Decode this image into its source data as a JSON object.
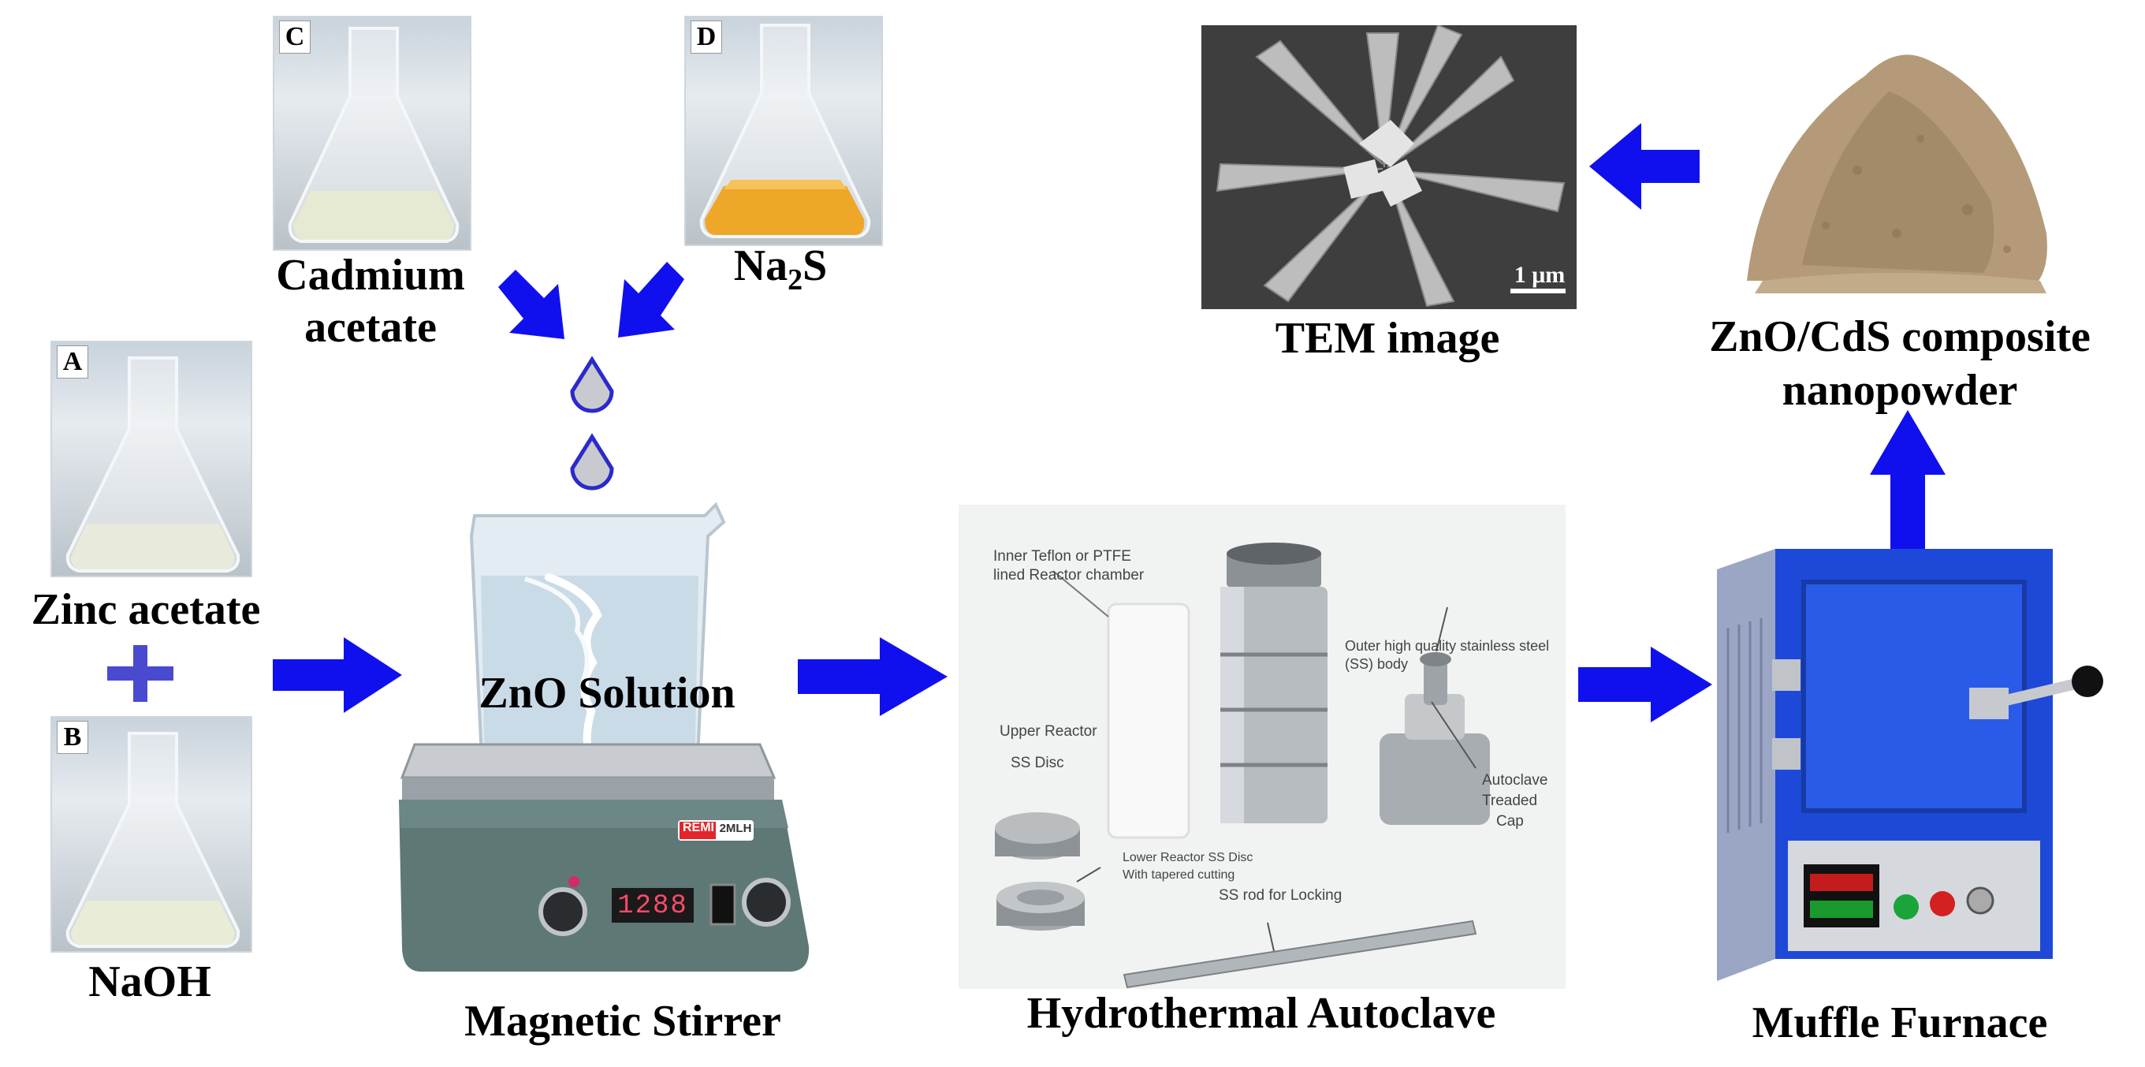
{
  "panels": {
    "a": {
      "letter": "A",
      "label": "Zinc acetate"
    },
    "b": {
      "letter": "B",
      "label": "NaOH"
    },
    "c": {
      "letter": "C",
      "label_line1": "Cadmium",
      "label_line2": "acetate"
    },
    "d": {
      "letter": "D",
      "label_main": "Na",
      "label_sub": "2",
      "label_tail": "S"
    }
  },
  "stirrer": {
    "solution_label": "ZnO Solution",
    "caption": "Magnetic Stirrer",
    "brand": "REMI",
    "model": "2MLH",
    "display": "1288"
  },
  "autoclave": {
    "caption": "Hydrothermal Autoclave",
    "annotations": {
      "teflon": [
        "Inner Teflon or PTFE",
        "lined Reactor chamber"
      ],
      "upper_disc": [
        "Upper Reactor",
        "SS Disc"
      ],
      "lower_disc": [
        "Lower Reactor SS Disc",
        "With tapered cutting"
      ],
      "body": "Outer high quality stainless steel (SS) body",
      "cap": [
        "Autoclave",
        "Treaded",
        "Cap"
      ],
      "rod": "SS rod for Locking"
    }
  },
  "furnace": {
    "caption": "Muffle Furnace"
  },
  "powder": {
    "caption_line1": "ZnO/CdS composite",
    "caption_line2": "nanopowder"
  },
  "tem": {
    "caption": "TEM image",
    "scale_bar": "1 μm"
  },
  "colors": {
    "arrow": "#1010ee",
    "plus": "#4a4ad0",
    "drop": "#2a2acc"
  }
}
